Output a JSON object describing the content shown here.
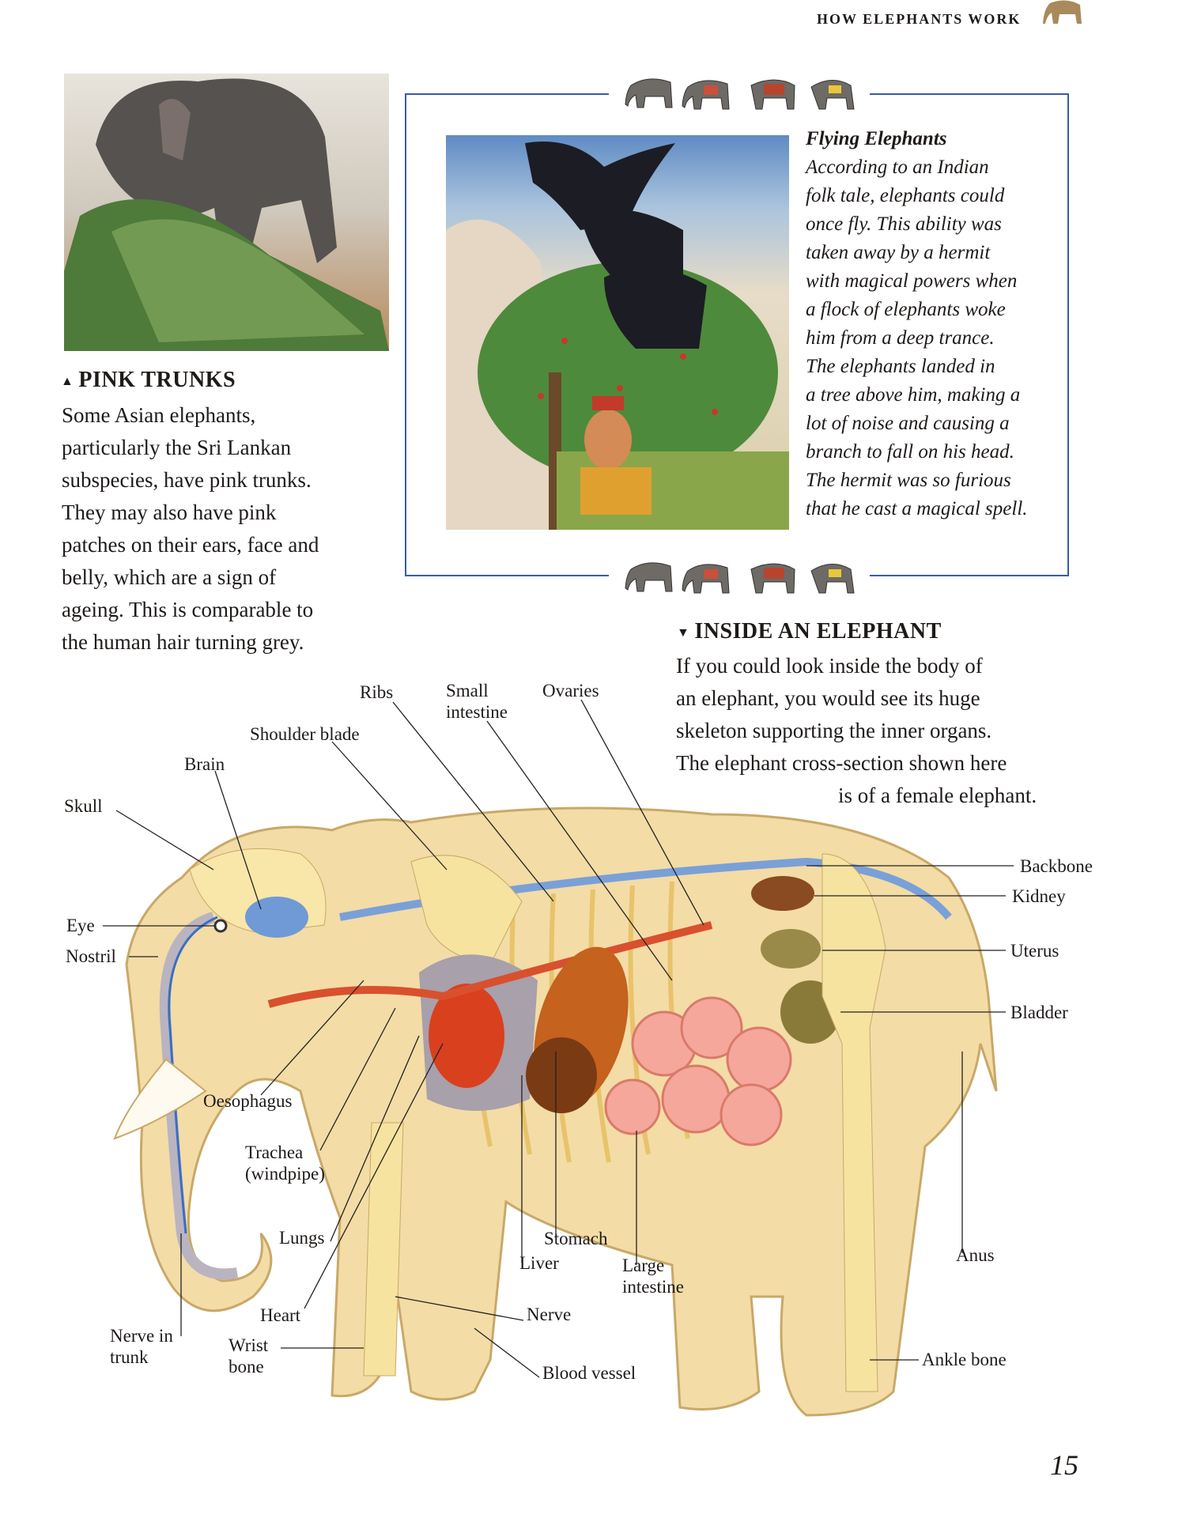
{
  "header": {
    "running_title": "HOW ELEPHANTS WORK",
    "page_number": "15"
  },
  "pink_trunks": {
    "heading": "PINK TRUNKS",
    "lines": [
      "Some Asian elephants,",
      "particularly the Sri Lankan",
      "subspecies, have pink trunks.",
      "They may also have pink",
      "patches on their ears, face and",
      "belly, which are a sign of",
      "ageing. This is comparable to",
      "the human hair turning grey."
    ]
  },
  "flying_elephants": {
    "title": "Flying Elephants",
    "lines": [
      "According to an Indian",
      "folk tale, elephants could",
      "once fly. This ability was",
      "taken away by a hermit",
      "with magical powers when",
      "a flock of elephants woke",
      "him from a deep trance.",
      "The elephants landed in",
      "a tree above him, making a",
      "lot of noise and causing a",
      "branch to fall on his head.",
      "The hermit was so furious",
      "that he cast a magical spell."
    ]
  },
  "inside": {
    "heading": "INSIDE AN ELEPHANT",
    "lines": [
      "If you could look inside the body of",
      "an elephant, you would see its huge",
      "skeleton supporting the inner organs.",
      "The elephant cross-section shown here",
      "is of a female elephant."
    ]
  },
  "labels": {
    "ribs": "Ribs",
    "small_intestine_1": "Small",
    "small_intestine_2": "intestine",
    "ovaries": "Ovaries",
    "shoulder_blade": "Shoulder blade",
    "brain": "Brain",
    "skull": "Skull",
    "eye": "Eye",
    "nostril": "Nostril",
    "oesophagus": "Oesophagus",
    "trachea_1": "Trachea",
    "trachea_2": "(windpipe)",
    "lungs": "Lungs",
    "heart": "Heart",
    "nerve_trunk_1": "Nerve in",
    "nerve_trunk_2": "trunk",
    "wrist_1": "Wrist",
    "wrist_2": "bone",
    "stomach": "Stomach",
    "liver": "Liver",
    "large_intestine_1": "Large",
    "large_intestine_2": "intestine",
    "nerve": "Nerve",
    "blood_vessel": "Blood vessel",
    "anus": "Anus",
    "ankle_bone": "Ankle bone",
    "backbone": "Backbone",
    "kidney": "Kidney",
    "uterus": "Uterus",
    "bladder": "Bladder"
  },
  "colors": {
    "box_border": "#3a5aa8",
    "text": "#1e1a18"
  }
}
